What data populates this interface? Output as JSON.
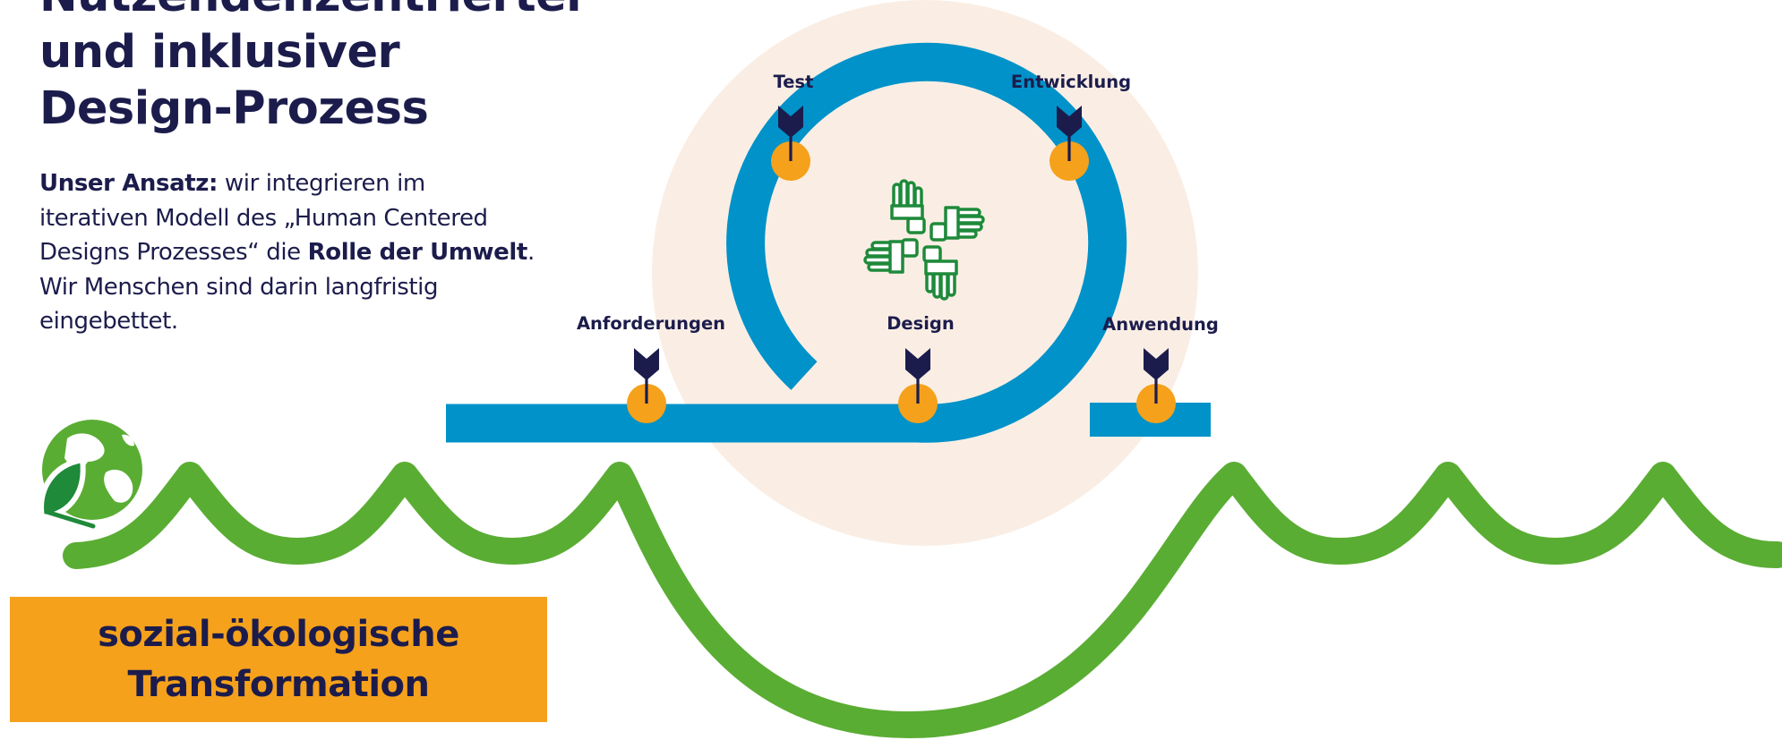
{
  "title": {
    "line1": "Nutzendenzentrierter",
    "line2": "und inklusiver",
    "line3": "Design-Prozess"
  },
  "intro": {
    "lead_bold": "Unser Ansatz:",
    "text1": " wir integrieren im iterativen Modell des „Human Centered Designs Prozesses“ die ",
    "emphasis_bold": "Rolle der Umwelt",
    "text2": ". Wir Menschen sind darin langfristig eingebettet."
  },
  "process": {
    "steps": [
      {
        "label": "Anforderungen"
      },
      {
        "label": "Design"
      },
      {
        "label": "Test"
      },
      {
        "label": "Entwicklung"
      },
      {
        "label": "Anwendung"
      }
    ]
  },
  "icons": {
    "center": "four-hands-teamwork-icon",
    "earth": "globe-leaf-icon",
    "marker": "flag-pin-icon"
  },
  "banner": {
    "line1": "sozial-ökologische",
    "line2": "Transformation"
  },
  "colors": {
    "navy": "#1c1c4c",
    "blue": "#0092c9",
    "orange": "#f5a11c",
    "green": "#5aad33",
    "beige": "#faeee4",
    "hands_green": "#1e8a3a"
  }
}
